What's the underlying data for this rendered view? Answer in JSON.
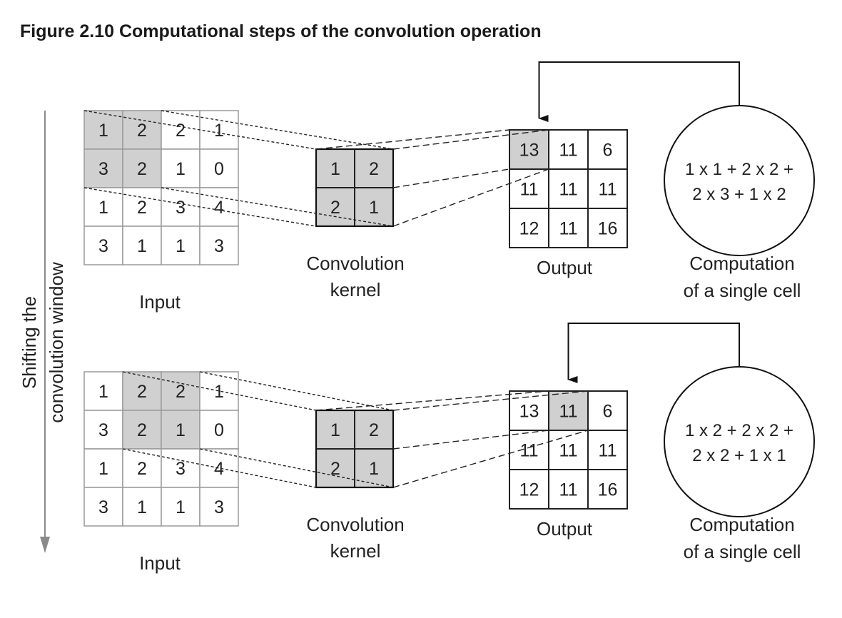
{
  "figure": {
    "title": "Figure 2.10 Computational steps of the convolution operation",
    "side_label_line1": "Shifting the",
    "side_label_line2": "convolution window"
  },
  "input_matrix": [
    [
      "1",
      "2",
      "2",
      "1"
    ],
    [
      "3",
      "2",
      "1",
      "0"
    ],
    [
      "1",
      "2",
      "3",
      "4"
    ],
    [
      "3",
      "1",
      "1",
      "3"
    ]
  ],
  "kernel_matrix": [
    [
      "1",
      "2"
    ],
    [
      "2",
      "1"
    ]
  ],
  "output_matrix": [
    [
      "13",
      "11",
      "6"
    ],
    [
      "11",
      "11",
      "11"
    ],
    [
      "12",
      "11",
      "16"
    ]
  ],
  "labels": {
    "input": "Input",
    "kernel_line1": "Convolution",
    "kernel_line2": "kernel",
    "output": "Output",
    "computation_line1": "Computation",
    "computation_line2": "of a single cell"
  },
  "steps": [
    {
      "window_row": 0,
      "window_col": 0,
      "output_row": 0,
      "output_col": 0,
      "formula_line1": "1 x 1 + 2 x 2 +",
      "formula_line2": "2 x 3 + 1 x 2"
    },
    {
      "window_row": 0,
      "window_col": 1,
      "output_row": 0,
      "output_col": 1,
      "formula_line1": "1 x 2 + 2 x 2 +",
      "formula_line2": "2 x 2 + 1 x 1"
    }
  ],
  "colors": {
    "highlight": "#d0d0d0",
    "grid_input": "#9a9a9a",
    "grid_dark": "#222222",
    "side_arrow": "#8a8a8a"
  }
}
